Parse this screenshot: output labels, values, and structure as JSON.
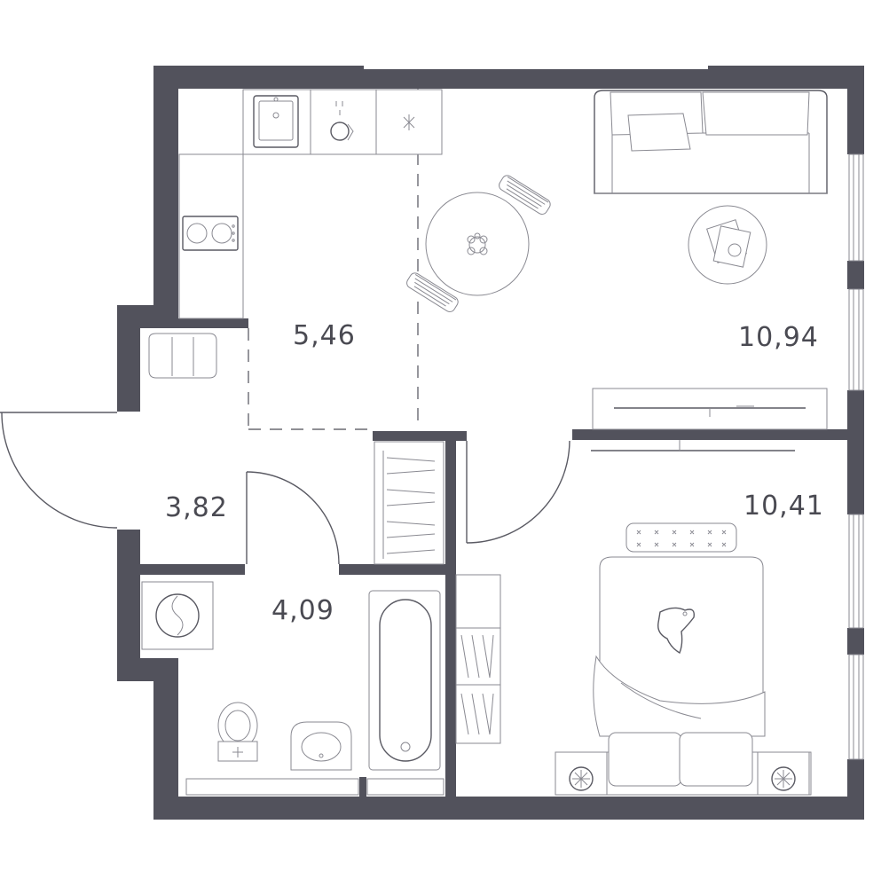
{
  "rooms": [
    {
      "id": "kitchen",
      "area": "5,46"
    },
    {
      "id": "living",
      "area": "10,94"
    },
    {
      "id": "hall",
      "area": "3,82"
    },
    {
      "id": "bedroom",
      "area": "10,41"
    },
    {
      "id": "bathroom",
      "area": "4,09"
    }
  ],
  "colors": {
    "wall": "#52525c",
    "line": "#5a5a63"
  }
}
